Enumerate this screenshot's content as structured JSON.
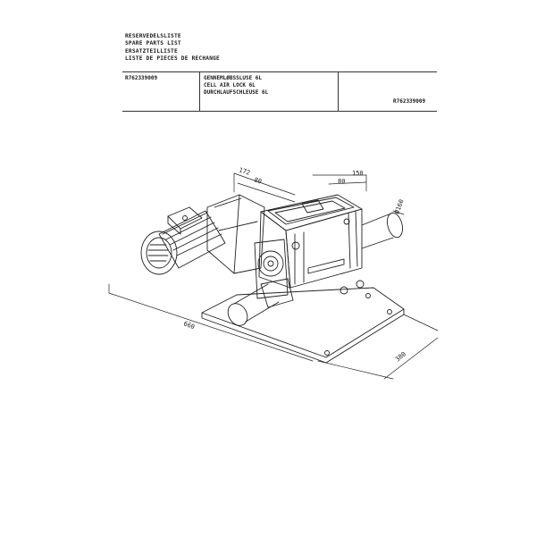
{
  "header": {
    "title_lines": [
      "RESERVEDELSLISTE",
      "SPARE PARTS LIST",
      "ERSATZTEILLISTE",
      "LISTE DE PIECES DE RECHANGE"
    ],
    "part_number_left": "R762339009",
    "description_lines": [
      "GENNEMLØBSSLUSE 6L",
      "CELL AIR LOCK 6L",
      "DURCHLAUFSCHLEUSE 6L"
    ],
    "part_number_right": "R762339009"
  },
  "drawing": {
    "dimensions": {
      "d172": "172",
      "d80a": "80",
      "d150": "150",
      "d80b": "80",
      "d160": "Ø160",
      "d660": "660",
      "d380": "380"
    }
  }
}
